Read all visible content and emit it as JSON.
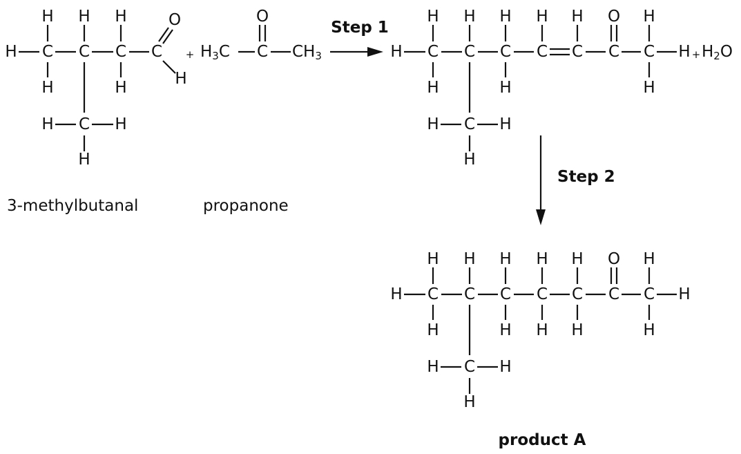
{
  "atoms": {
    "C": "C",
    "H": "H",
    "O": "O"
  },
  "plus": "+",
  "propanone_formula": {
    "left_main": "H",
    "left_sub": "3",
    "left_end": "C",
    "center": "C",
    "right_main": "CH",
    "right_sub": "3"
  },
  "water": {
    "main": "H",
    "sub": "2",
    "end": "O"
  },
  "labels": {
    "reactant1": "3-methylbutanal",
    "reactant2": "propanone",
    "product": "product A"
  },
  "steps": {
    "step1": "Step 1",
    "step2": "Step 2"
  },
  "colors": {
    "ink": "#111111",
    "background": "#ffffff"
  }
}
